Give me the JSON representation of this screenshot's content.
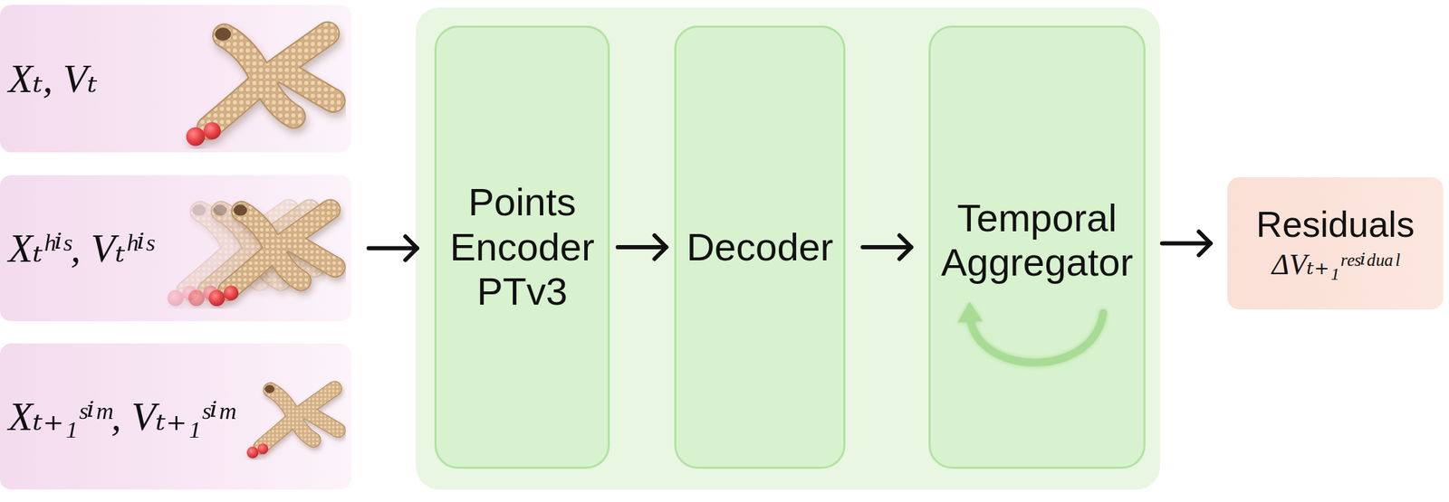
{
  "diagram": {
    "nodes": [
      {
        "text": [
          "Xₜ, Vₜ"
        ]
      },
      {
        "text": [
          "Xₜʰⁱˢ, Vₜʰⁱˢ"
        ]
      },
      {
        "text": [
          "Xₜ₊₁ˢⁱᵐ, Vₜ₊₁ˢⁱᵐ"
        ]
      },
      {
        "text": [
          "Points Encoder PTv3"
        ]
      },
      {
        "text": [
          "Decoder"
        ]
      },
      {
        "text": [
          "Temporal Aggregator"
        ]
      },
      {
        "text": [
          "Residuals",
          "ΔVₜ₊₁ʳᵉˢⁱᵈᵘᵃˡ"
        ]
      }
    ],
    "edges": [
      {
        "from": 1,
        "to": 3,
        "arrow": "to"
      },
      {
        "from": 3,
        "to": 4,
        "arrow": "to"
      },
      {
        "from": 4,
        "to": 5,
        "arrow": "to"
      },
      {
        "from": 5,
        "to": 6,
        "arrow": "to"
      }
    ]
  }
}
